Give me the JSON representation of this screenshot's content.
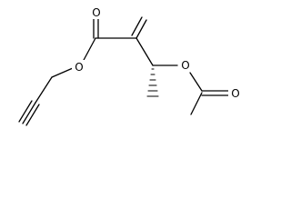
{
  "molecule": {
    "atoms": {
      "carbonyl_oxygen": "O",
      "ester_oxygen": "O",
      "acetoxy_oxygen": "O",
      "acetyl_carbonyl_oxygen": "O"
    }
  },
  "colors": {
    "bond": "#000000",
    "background": "#ffffff"
  }
}
